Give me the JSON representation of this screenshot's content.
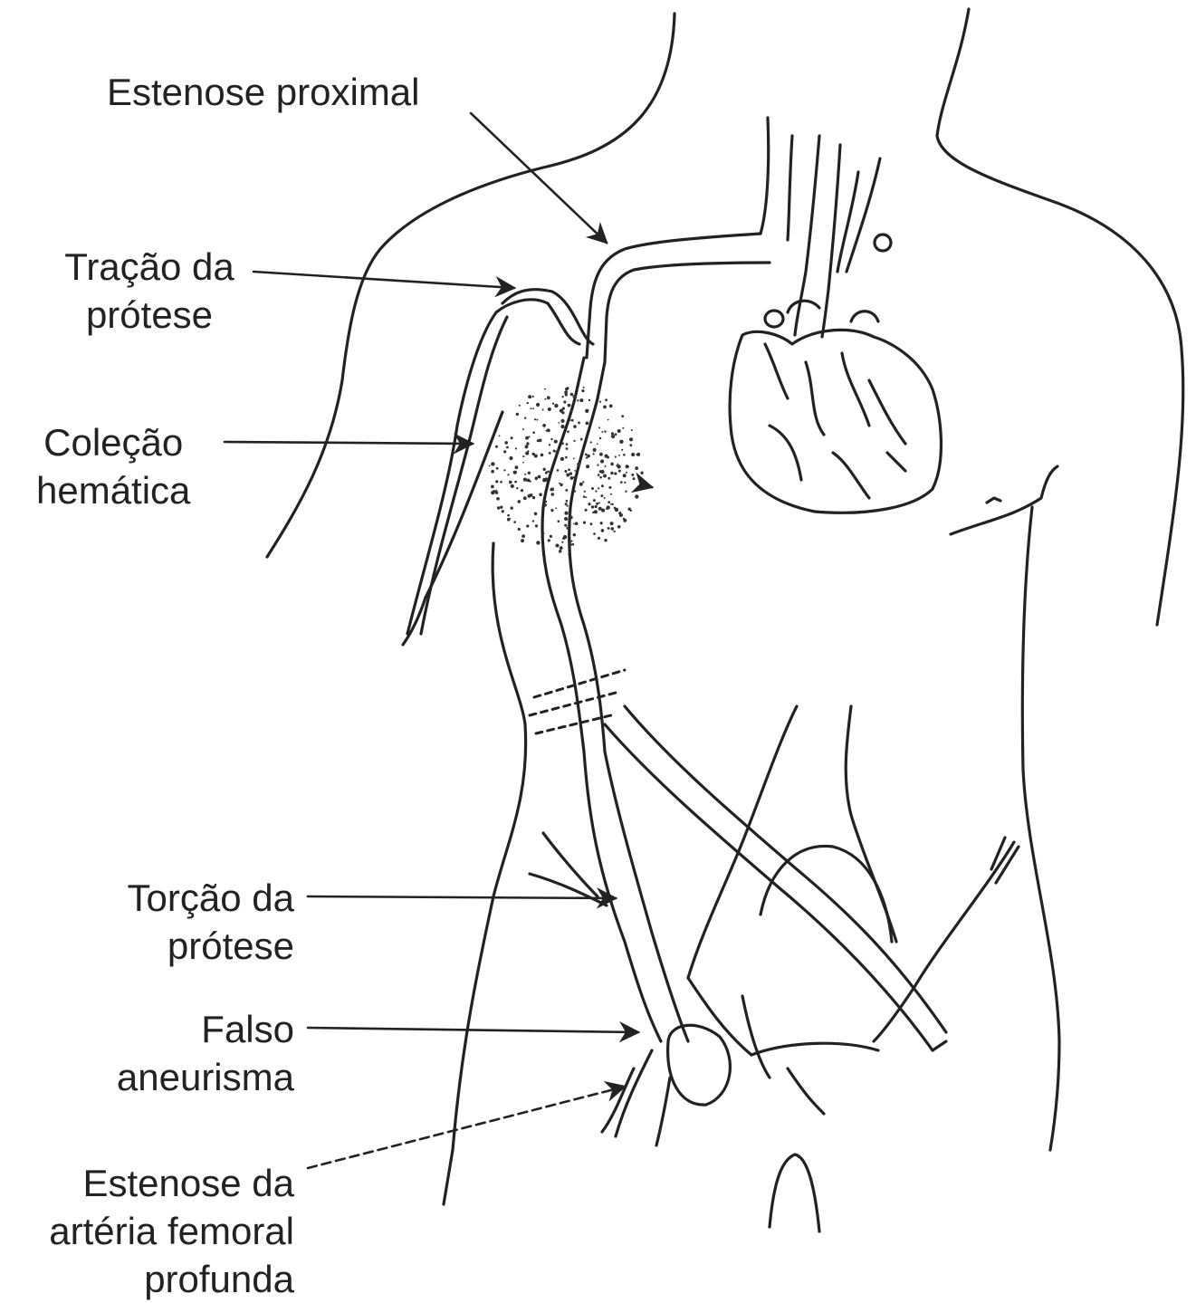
{
  "labels": {
    "stenosis_proximal": "Estenose proximal",
    "graft_traction": {
      "line1": "Tração da",
      "line2": "prótese"
    },
    "hematoma": {
      "line1": "Coleção",
      "line2": "hemática"
    },
    "graft_torsion": {
      "line1": "Torção da",
      "line2": "prótese"
    },
    "false_aneurysm": {
      "line1": "Falso",
      "line2": "aneurisma"
    },
    "deep_femoral_stenosis": {
      "line1": "Estenose da",
      "line2": "artéria femoral",
      "line3": "profunda"
    }
  },
  "colors": {
    "ink": "#222222",
    "background": "#ffffff"
  }
}
